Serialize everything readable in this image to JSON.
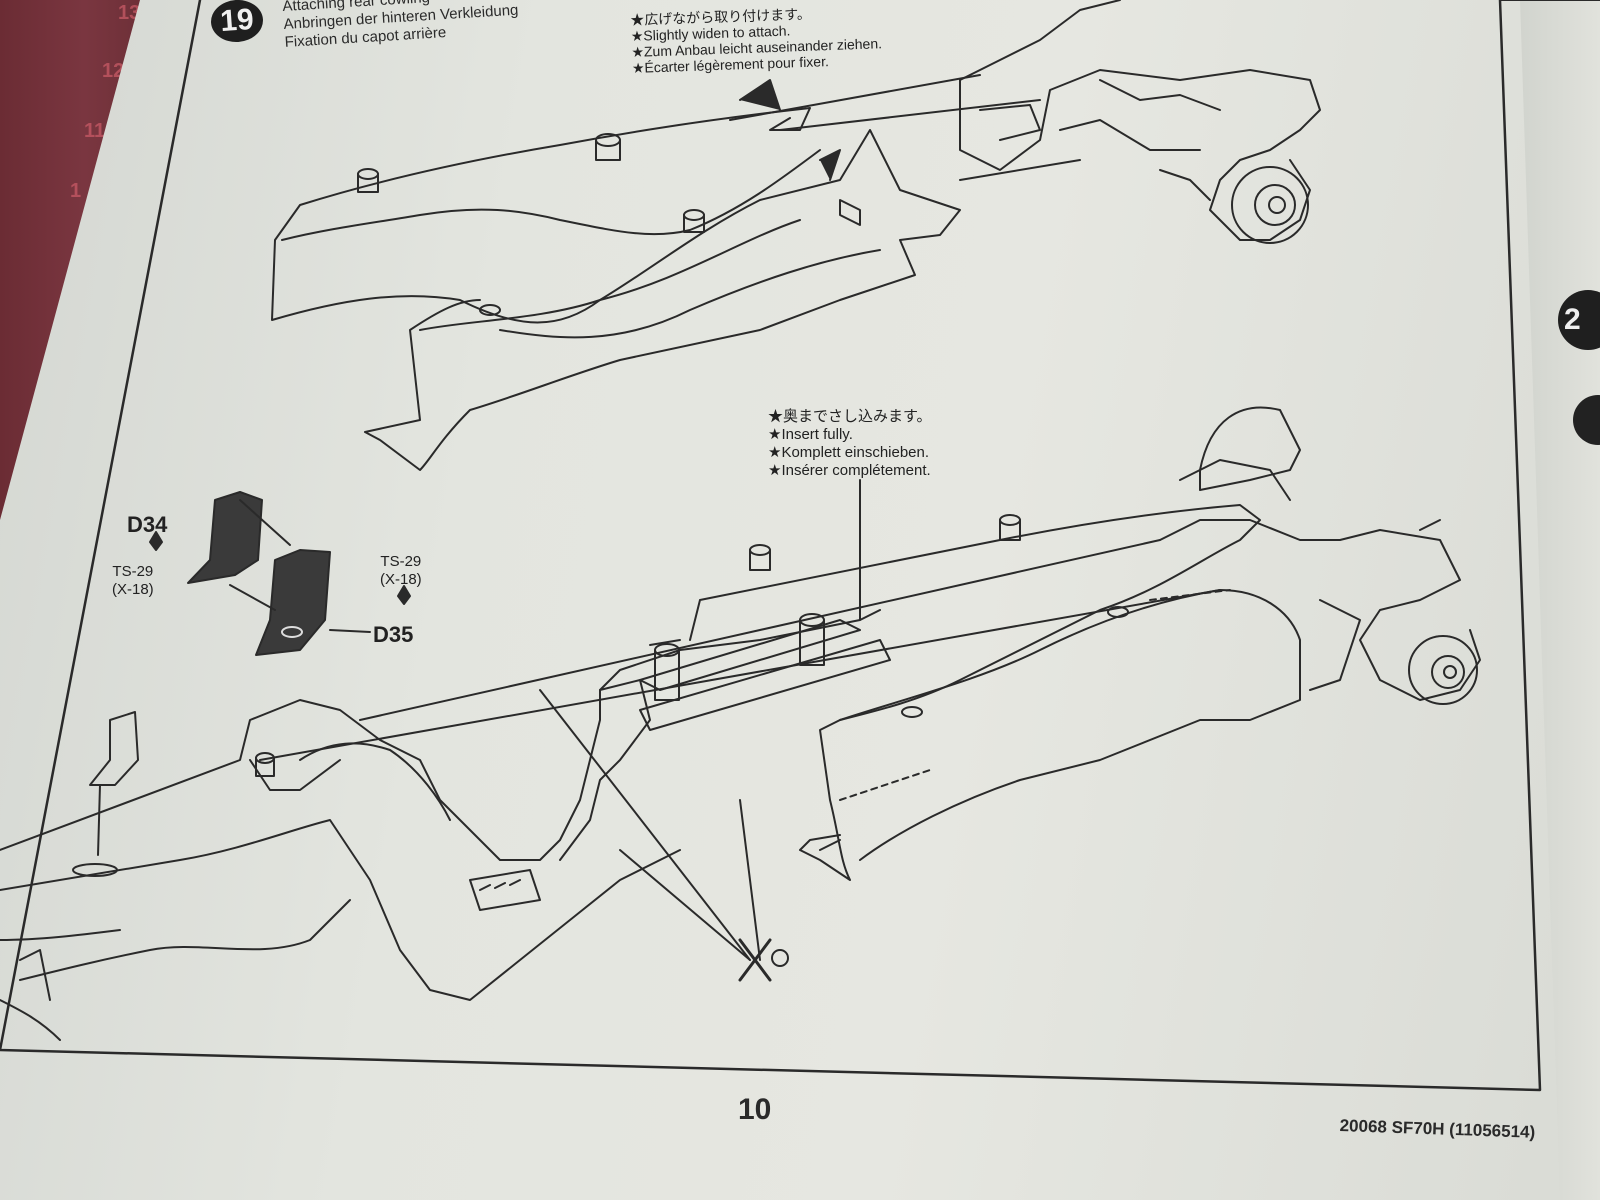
{
  "ruler": {
    "marks": [
      "13",
      "12",
      "11",
      "1"
    ]
  },
  "step": {
    "number": "19",
    "title_en": "Attaching rear cowling",
    "title_de": "Anbringen der hinteren Verkleidung",
    "title_fr": "Fixation du capot arrière"
  },
  "note_widen": {
    "jp": "★広げながら取り付けます。",
    "en": "★Slightly widen to attach.",
    "de": "★Zum Anbau leicht auseinander ziehen.",
    "fr": "★Écarter légèrement pour fixer."
  },
  "note_insert": {
    "jp": "★奥までさし込みます。",
    "en": "★Insert fully.",
    "de": "★Komplett einschieben.",
    "fr": "★Insérer complétement."
  },
  "parts": {
    "d34": "D34",
    "d35": "D35",
    "paint1_code": "TS-29",
    "paint1_sub": "(X-18)",
    "paint2_code": "TS-29",
    "paint2_sub": "(X-18)"
  },
  "footer": {
    "page_number": "10",
    "code": "20068  SF70H (11056514)"
  },
  "next_page": {
    "step_fragment": "2"
  },
  "colors": {
    "paper": "#e3e5df",
    "ink": "#222222",
    "mat": "#6b2c34",
    "part_fill": "#3a3a3a"
  }
}
